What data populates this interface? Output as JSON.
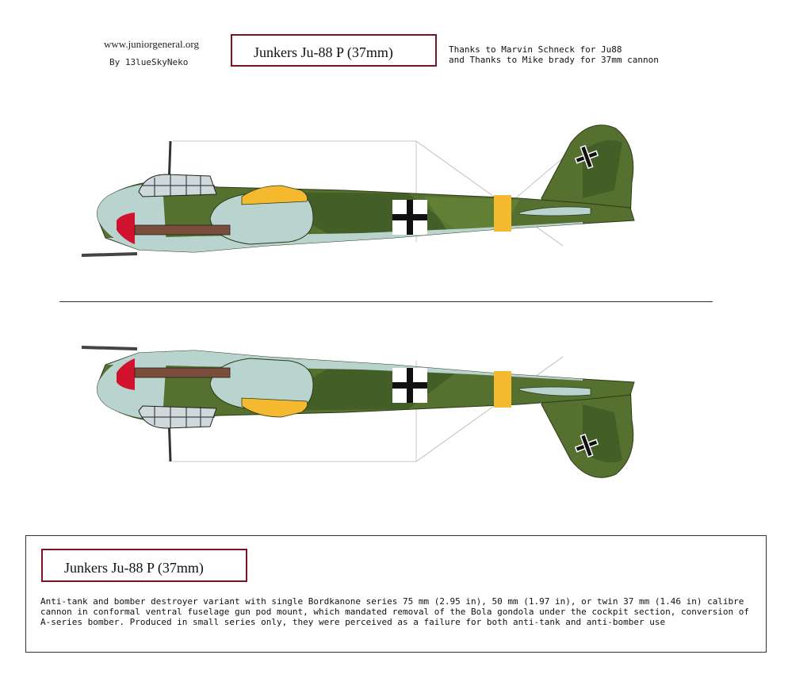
{
  "header": {
    "site": "www.juniorgeneral.org",
    "author": "By 13lueSkyNeko",
    "title": "Junkers Ju-88 P (37mm)",
    "thanks_line1": "Thanks to Marvin Schneck for Ju88",
    "thanks_line2": "and Thanks to Mike brady for 37mm cannon"
  },
  "info": {
    "title": "Junkers Ju-88 P (37mm)",
    "description": "Anti-tank and bomber destroyer variant with single Bordkanone series 75 mm (2.95 in), 50 mm (1.97 in), or twin 37 mm (1.46 in) calibre cannon in conformal ventral fuselage gun pod mount, which mandated removal of the Bola gondola under the cockpit section, conversion of A-series bomber. Produced in small series only, they were perceived as a failure for both anti-tank and anti-bomber use"
  },
  "colors": {
    "olive": "#56712f",
    "dark_green": "#3e5a26",
    "light_blue": "#b9d3cf",
    "yellow": "#f4b92e",
    "nose_red": "#d0122e",
    "border_red": "#7a1424"
  }
}
